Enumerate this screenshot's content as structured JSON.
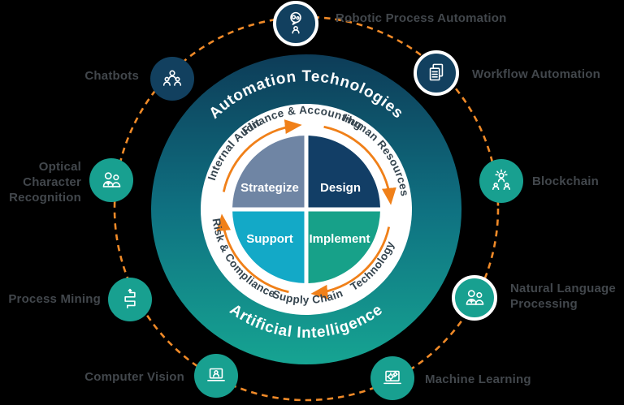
{
  "colors": {
    "background": "#000000",
    "ring_gradient_top": "#0D3C58",
    "ring_gradient_mid": "#0F7181",
    "ring_gradient_bottom": "#16A492",
    "node_navy": "#12405F",
    "node_teal": "#18A090",
    "orange": "#F08019",
    "label_gray": "#42474C",
    "sector_text": "#36454F"
  },
  "wheel": {
    "top_title": "Automation Technologies",
    "bottom_title": "Artificial Intelligence",
    "sectors_top": [
      "Internal Audit",
      "Finance & Accounting",
      "Human Resources"
    ],
    "sectors_bottom": [
      "Risk & Compliance",
      "Supply Chain",
      "Technology"
    ],
    "quadrants": [
      {
        "label": "Strategize",
        "color": "#6F85A4"
      },
      {
        "label": "Design",
        "color": "#123E66"
      },
      {
        "label": "Support",
        "color": "#13A9C7"
      },
      {
        "label": "Implement",
        "color": "#17A189"
      }
    ]
  },
  "nodes": [
    {
      "label": "Robotic Process Automation",
      "icon": "rpa-icon",
      "style": "navy-ringed"
    },
    {
      "label": "Workflow Automation",
      "icon": "workflow-automation-icon",
      "style": "navy-ringed"
    },
    {
      "label": "Blockchain",
      "icon": "blockchain-icon",
      "style": "teal"
    },
    {
      "label": "Natural Language Processing",
      "icon": "natural-language-processing-icon",
      "style": "teal-ringed"
    },
    {
      "label": "Machine Learning",
      "icon": "machine-learning-icon",
      "style": "teal"
    },
    {
      "label": "Computer Vision",
      "icon": "computer-vision-icon",
      "style": "teal"
    },
    {
      "label": "Process Mining",
      "icon": "process-mining-icon",
      "style": "teal"
    },
    {
      "label": "Optical Character Recognition",
      "icon": "ocr-icon",
      "style": "teal"
    },
    {
      "label": "Chatbots",
      "icon": "chatbots-icon",
      "style": "navy"
    }
  ]
}
